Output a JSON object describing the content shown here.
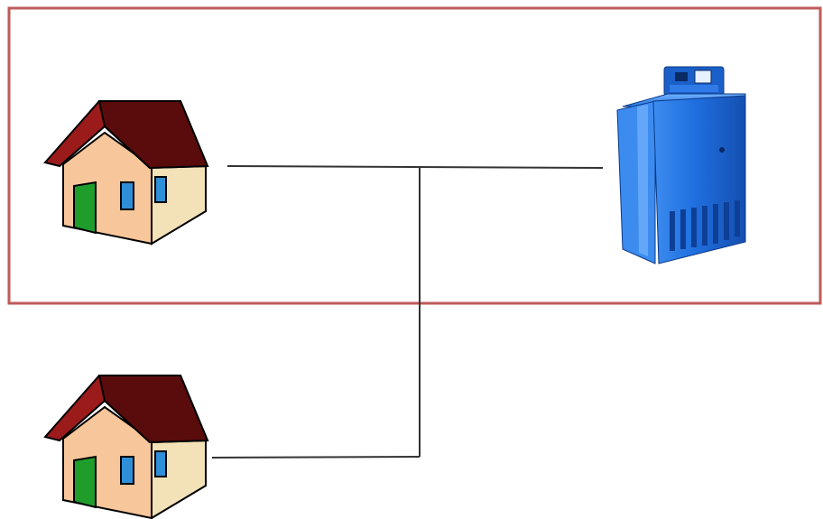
{
  "diagram": {
    "nodes": [
      {
        "id": "house-top",
        "kind": "house",
        "icon": "house-icon"
      },
      {
        "id": "house-bottom",
        "kind": "house",
        "icon": "house-icon"
      },
      {
        "id": "boiler",
        "kind": "boiler",
        "icon": "boiler-icon"
      }
    ],
    "edges": [
      {
        "from": "house-top",
        "to": "boiler"
      },
      {
        "from": "house-bottom",
        "to": "boiler"
      }
    ],
    "groups": [
      {
        "id": "highlight-group",
        "members": [
          "house-top",
          "boiler"
        ]
      }
    ]
  },
  "colors": {
    "frame": "#c05a5a",
    "pipe": "#333333",
    "roof": "#9b1b1b",
    "roof_edge": "#5a0c0c",
    "wall": "#f7c69a",
    "wall_side": "#f3e2b8",
    "door": "#1f9d2b",
    "window": "#2e8fd8",
    "boiler_main": "#1f6fe0",
    "boiler_dark": "#154fb0",
    "boiler_light": "#5aa0f5"
  }
}
